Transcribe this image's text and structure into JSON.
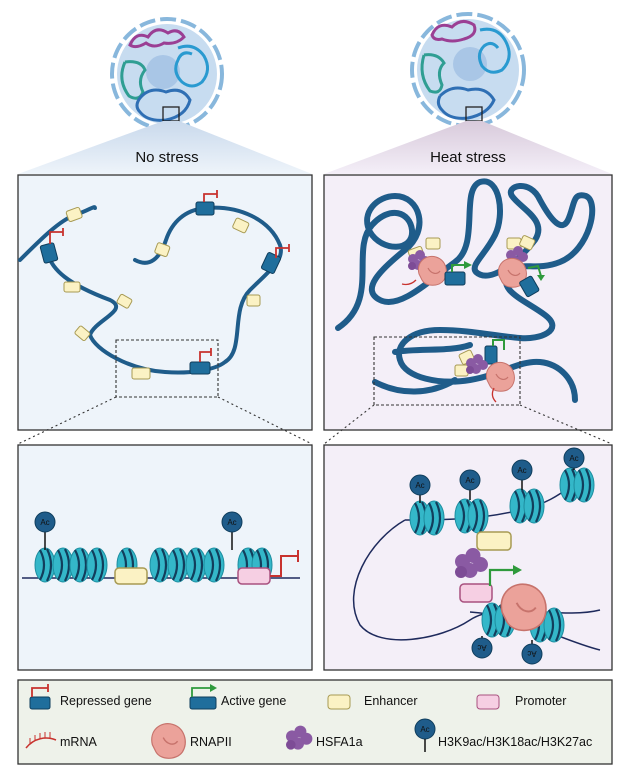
{
  "panels": {
    "left_title": "No stress",
    "right_title": "Heat stress"
  },
  "acetyl_label": "Ac",
  "legend": {
    "repressed_gene": "Repressed gene",
    "active_gene": "Active gene",
    "enhancer": "Enhancer",
    "promoter": "Promoter",
    "mrna": "mRNA",
    "rnapii": "RNAPII",
    "hsfa1a": "HSFA1a",
    "histone_marks": "H3K9ac/H3K18ac/H3K27ac"
  },
  "colors": {
    "dna": "#1f5c8a",
    "gene": "#1f6e9c",
    "enhancer": "#fbf2c4",
    "promoter": "#f6cfe3",
    "repressed_arrow": "#c8322e",
    "active_arrow": "#2f9a3c",
    "rnapii": "#eba29a",
    "hsfa1a": "#8a5aa3",
    "nucleosome": "#34b7c9",
    "left_panel_bg": "#eef4fa",
    "right_panel_bg": "#f4eff8",
    "legend_bg": "#eef2ea"
  }
}
